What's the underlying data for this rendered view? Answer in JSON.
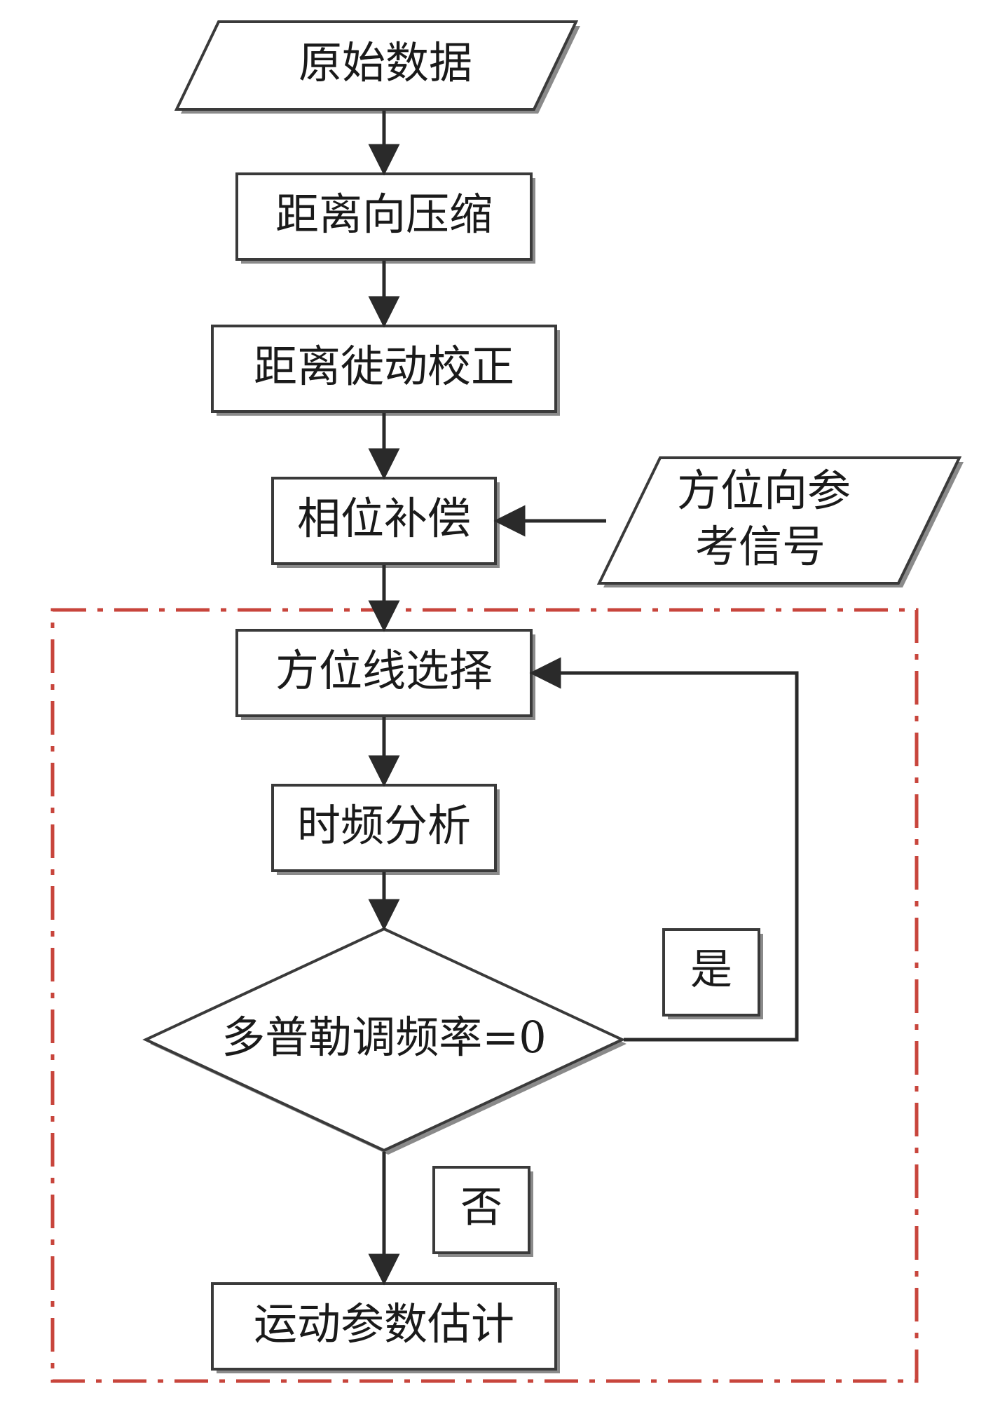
{
  "nodes": {
    "raw_data": "原始数据",
    "range_compression": "距离向压缩",
    "range_migration_correction": "距离徙动校正",
    "phase_compensation": "相位补偿",
    "azimuth_reference_line1": "方位向参",
    "azimuth_reference_line2": "考信号",
    "azimuth_line_selection": "方位线选择",
    "time_frequency_analysis": "时频分析",
    "doppler_decision": "多普勒调频率=0",
    "motion_parameter_estimation": "运动参数估计"
  },
  "labels": {
    "yes": "是",
    "no": "否"
  },
  "colors": {
    "line": "#2a2a2a",
    "border": "#3a3a3a",
    "region_border": "#c8453c"
  }
}
